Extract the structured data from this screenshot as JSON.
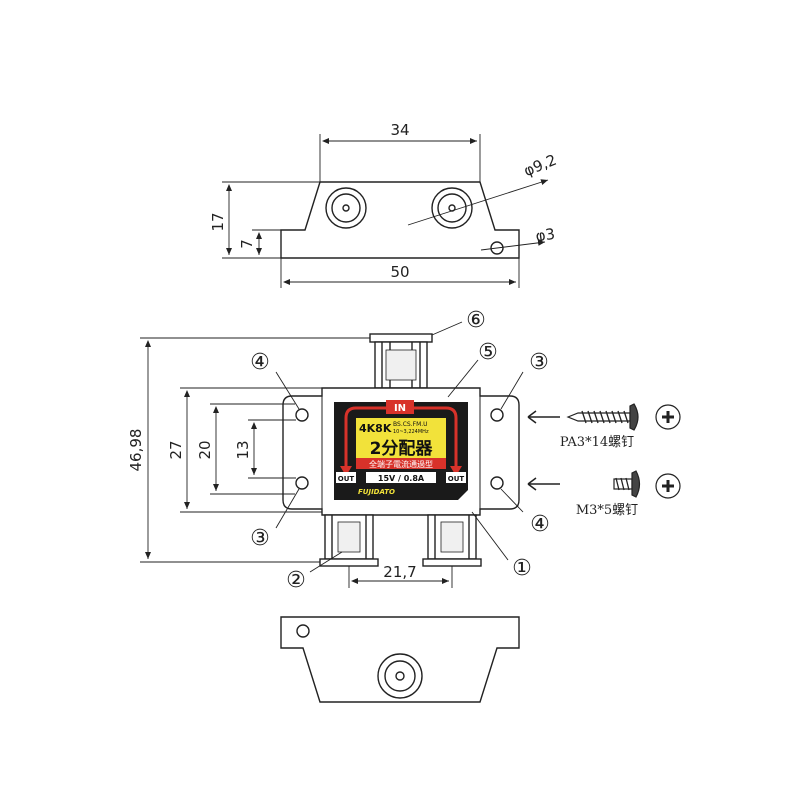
{
  "top_view": {
    "dim_width_top": "34",
    "dim_width_bottom": "50",
    "dim_height": "17",
    "dim_height_small": "7",
    "dim_large_hole": "φ9,2",
    "dim_small_hole": "φ3"
  },
  "front_view": {
    "dim_total_height": "46,98",
    "dim_body_height": "27",
    "dim_hole_spacing": "20",
    "dim_inner": "13",
    "dim_port_spacing": "21,7",
    "label": {
      "in": "IN",
      "grade": "4K8K",
      "bands": "BS.CS.FM.U",
      "freq": "10~3,224MHz",
      "name": "2分配器",
      "subtitle": "全端子電流通過型",
      "out_left": "OUT",
      "out_right": "OUT",
      "rating": "15V / 0.8A",
      "brand": "FUJIDATO"
    },
    "callouts": {
      "c1": "①",
      "c2": "②",
      "c3_left": "③",
      "c3_right": "③",
      "c4_left": "④",
      "c4_right": "④",
      "c5": "⑤",
      "c6": "⑥"
    }
  },
  "screws": {
    "screw1": "PA3*14螺钉",
    "screw2": "M3*5螺钉"
  },
  "colors": {
    "line": "#222222",
    "label_bg": "#1a1a1a",
    "label_accent": "#d8322a",
    "label_yellow": "#f2e23a"
  }
}
